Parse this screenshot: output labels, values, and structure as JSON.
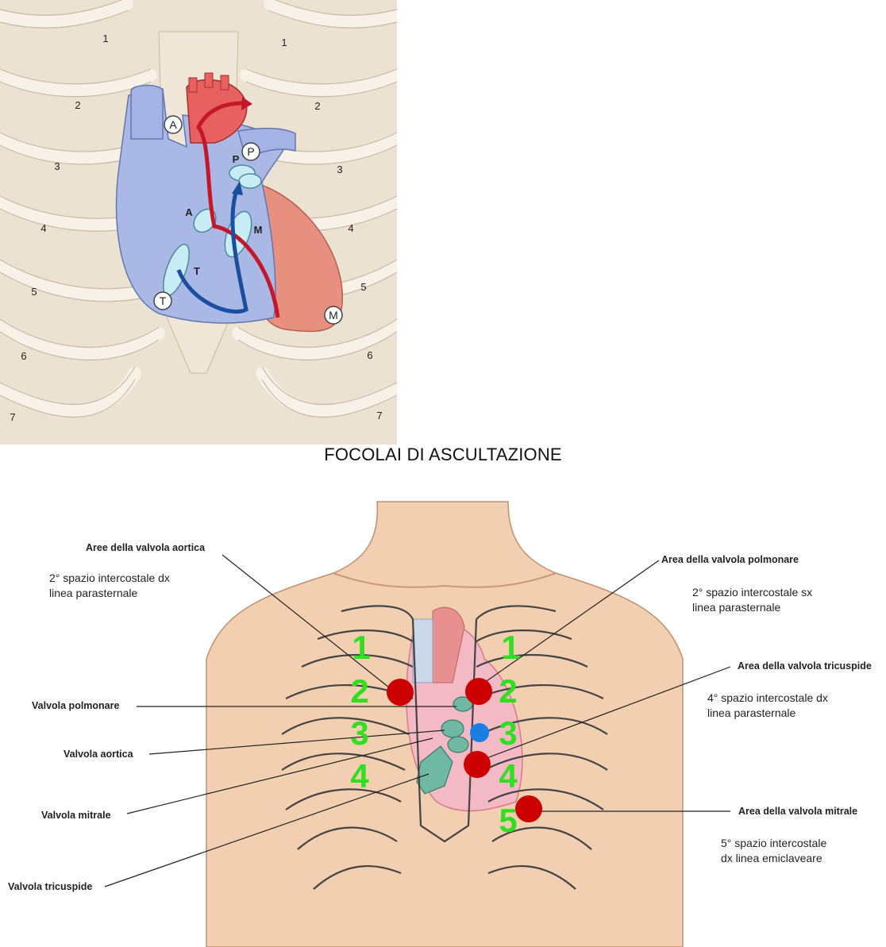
{
  "figure_top": {
    "rib_numbers": [
      "1",
      "2",
      "3",
      "4",
      "5",
      "6",
      "7"
    ],
    "valve_markers": {
      "aortic": "A",
      "pulmonary": "P",
      "tricuspid": "T",
      "mitral": "M"
    },
    "inner_labels": {
      "aortic": "A",
      "pulmonary": "P",
      "tricuspid": "T",
      "mitral": "M"
    }
  },
  "caption": "FOCOLAI DI ASCULTAZIONE",
  "figure_bottom": {
    "left_labels": {
      "aortic_area": "Aree della valvola aortica",
      "pulmonary_valve": "Valvola polmonare",
      "aortic_valve": "Valvola aortica",
      "mitral_valve": "Valvola mitrale",
      "tricuspid_valve": "Valvola tricuspide"
    },
    "left_desc": {
      "line1": "2° spazio intercostale dx",
      "line2": "linea parasternale"
    },
    "right_labels": {
      "pulmonary_area": "Area della valvola polmonare",
      "tricuspid_area": "Area della valvola tricuspide",
      "mitral_area": "Area della valvola mitrale"
    },
    "pulmonary_desc": {
      "line1": "2° spazio intercostale sx",
      "line2": "linea parasternale"
    },
    "tricuspid_desc": {
      "line1": "4° spazio intercostale dx",
      "line2": "linea parasternale"
    },
    "mitral_desc": {
      "line1": "5° spazio intercostale",
      "line2": "dx linea emiclaveare"
    },
    "green_numbers_left": [
      "1",
      "2",
      "3",
      "4"
    ],
    "green_numbers_right": [
      "1",
      "2",
      "3",
      "4",
      "5"
    ],
    "colors": {
      "focus_red": "#cc0000",
      "focus_blue": "#1a7fe0",
      "number_green": "#33dd22"
    }
  }
}
